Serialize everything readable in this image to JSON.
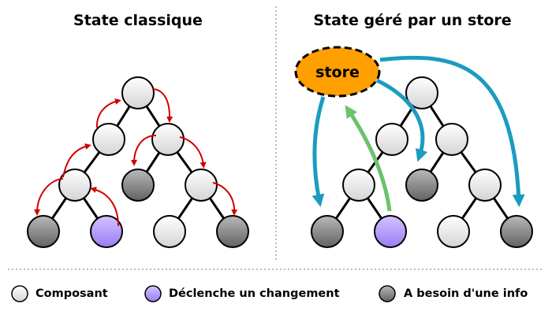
{
  "diagram": {
    "left_title": "State classique",
    "right_title": "State géré par un store",
    "store_label": "store"
  },
  "legend": {
    "items": [
      {
        "label": "Composant",
        "color": "light-gray"
      },
      {
        "label": "Déclenche un changement",
        "color": "purple"
      },
      {
        "label": "A besoin d'une info",
        "color": "dark-gray"
      }
    ]
  },
  "colors": {
    "component": "#eeeeee",
    "needs_info": "#8a8a8a",
    "trigger": "#b39bff",
    "store_fill": "#ff9f00",
    "arrow_red": "#d20000",
    "arrow_blue": "#1a9cc0",
    "arrow_green": "#6cc26c"
  }
}
